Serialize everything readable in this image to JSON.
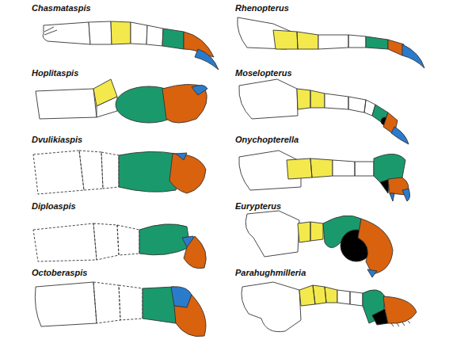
{
  "diagram": {
    "labels": [
      "Chasmataspis",
      "Rhenopterus",
      "Hoplitaspis",
      "Moselopterus",
      "Dvulikiaspis",
      "Onychopterella",
      "Diploaspis",
      "Eurypterus",
      "Octoberaspis",
      "Parahughmilleria"
    ]
  }
}
